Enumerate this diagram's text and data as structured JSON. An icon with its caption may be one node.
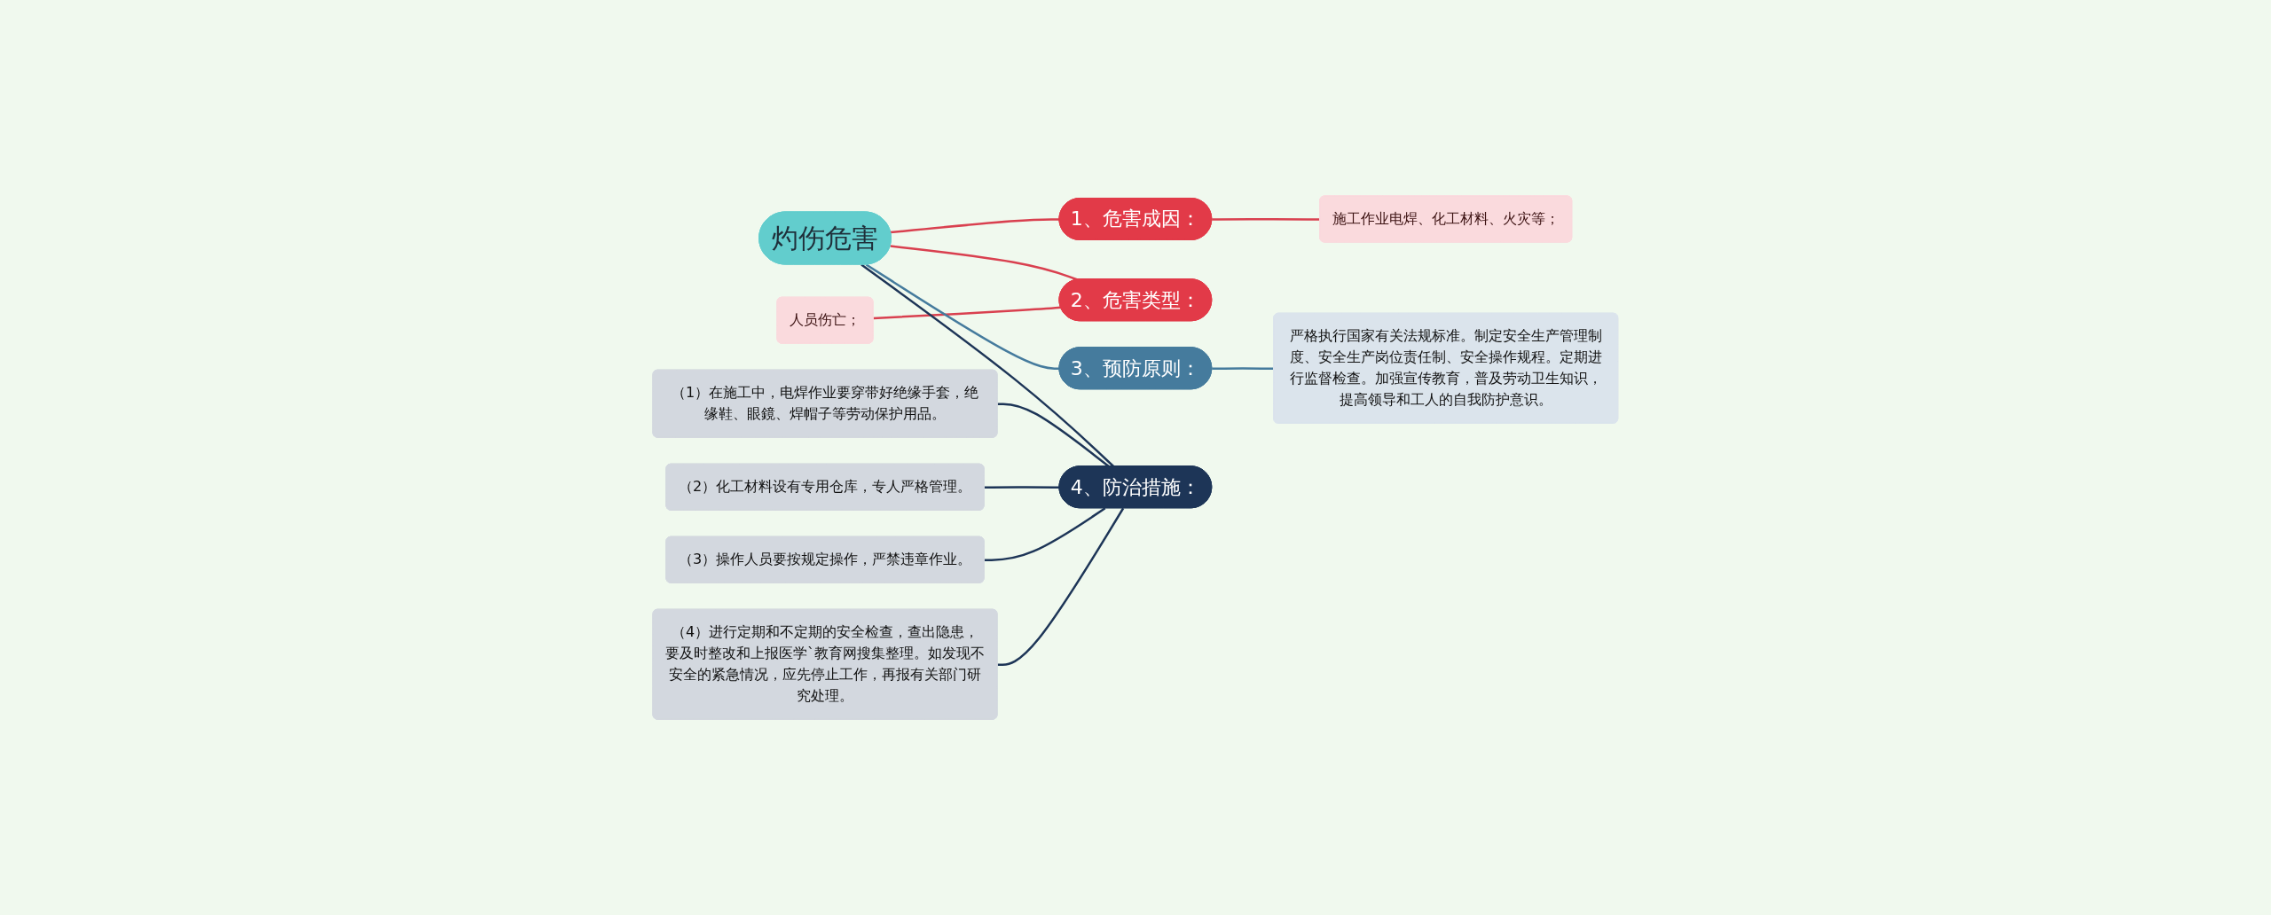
{
  "diagram": {
    "nodes": [
      {
        "text": [
          "灼伤危害"
        ]
      },
      {
        "text": [
          "1、危害成因："
        ]
      },
      {
        "text": [
          "施工作业电焊、化工材料、火灾等；"
        ]
      },
      {
        "text": [
          "2、危害类型："
        ]
      },
      {
        "text": [
          "人员伤亡；"
        ]
      },
      {
        "text": [
          "3、预防原则："
        ]
      },
      {
        "text": [
          "严格执行国家有关法规标准。制定安全生产管理制度、安全生产岗位责任制、安全操作规程。定期进行监督检查。加强宣传教育，普及劳动卫生知识，提高领导和工人的自我防护意识。"
        ]
      },
      {
        "text": [
          "4、防治措施："
        ]
      },
      {
        "text": [
          "（1）在施工中，电焊作业要穿带好绝缘手套，绝缘鞋、眼鏡、焊帽子等劳动保护用品。"
        ]
      },
      {
        "text": [
          "（2）化工材料设有专用仓库，专人严格管理。"
        ]
      },
      {
        "text": [
          "（3）操作人员要按规定操作，严禁违章作业。"
        ]
      },
      {
        "text": [
          "（4）进行定期和不定期的安全检查，查出隐患，要及时整改和上报医学`教育网搜集整理。如发现不安全的紧急情况，应先停止工作，再报有关部门研究处理。"
        ]
      }
    ],
    "edges": [
      {
        "from": 0,
        "to": 1,
        "arrow": "none",
        "color": "#d9404f"
      },
      {
        "from": 1,
        "to": 2,
        "arrow": "none",
        "color": "#d9404f"
      },
      {
        "from": 0,
        "to": 3,
        "arrow": "none",
        "color": "#d9404f"
      },
      {
        "from": 3,
        "to": 4,
        "arrow": "none",
        "color": "#d9404f"
      },
      {
        "from": 0,
        "to": 5,
        "arrow": "none",
        "color": "#457b9d"
      },
      {
        "from": 5,
        "to": 6,
        "arrow": "none",
        "color": "#457b9d"
      },
      {
        "from": 0,
        "to": 7,
        "arrow": "none",
        "color": "#1d3557"
      },
      {
        "from": 7,
        "to": 8,
        "arrow": "none",
        "color": "#1d3557"
      },
      {
        "from": 7,
        "to": 9,
        "arrow": "none",
        "color": "#1d3557"
      },
      {
        "from": 7,
        "to": 10,
        "arrow": "none",
        "color": "#1d3557"
      },
      {
        "from": 7,
        "to": 11,
        "arrow": "none",
        "color": "#1d3557"
      }
    ]
  }
}
